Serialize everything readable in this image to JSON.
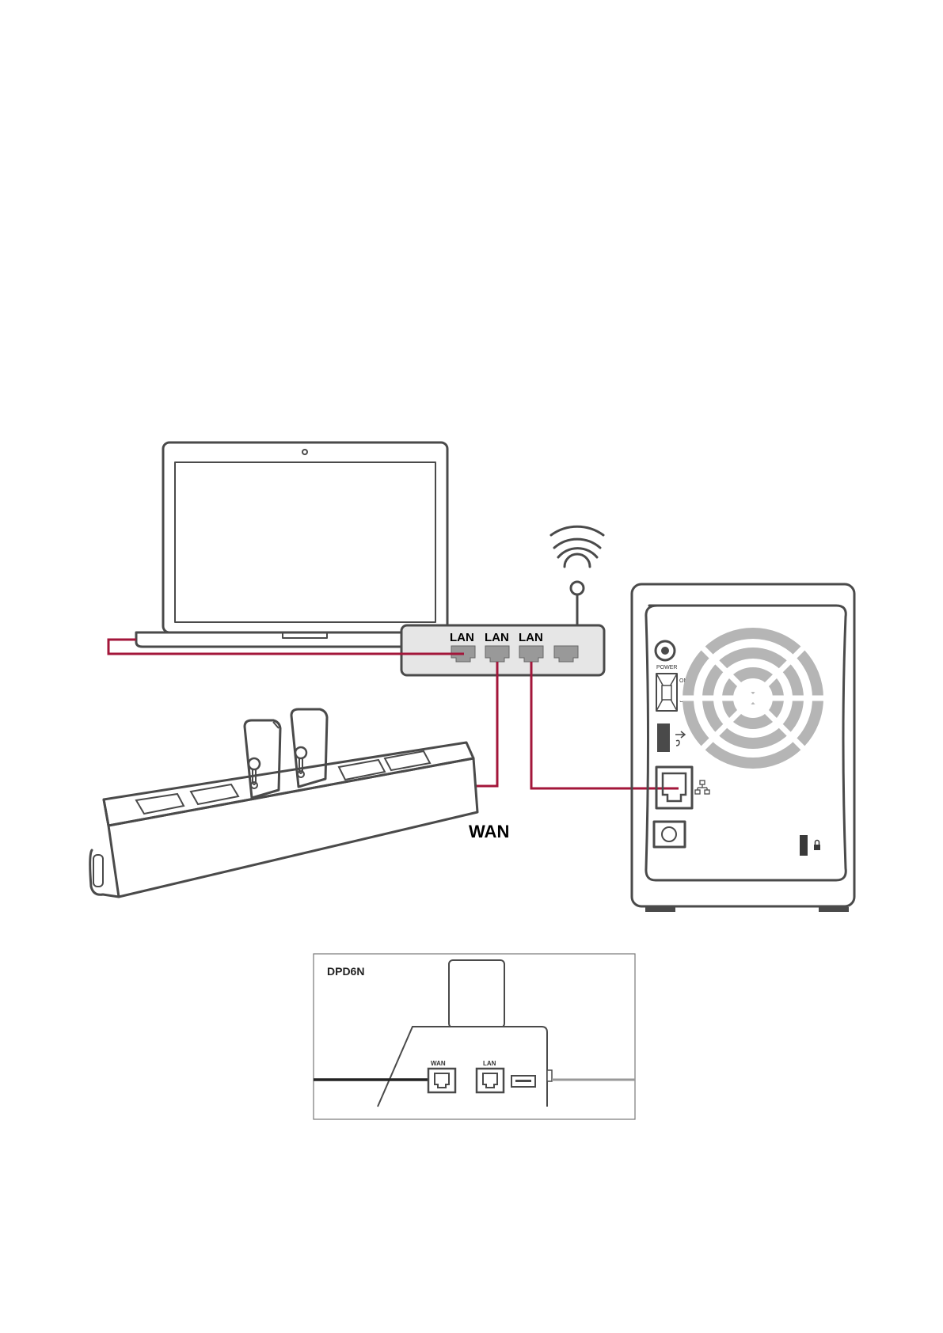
{
  "router": {
    "port_labels": [
      "LAN",
      "LAN",
      "LAN"
    ]
  },
  "powerline": {
    "wan_label": "WAN"
  },
  "nas": {
    "power_label": "POWER",
    "switch_on": "ON",
    "switch_off": "OFF"
  },
  "inset": {
    "title": "DPD6N",
    "wan_label": "WAN",
    "lan_label": "LAN"
  },
  "colors": {
    "cable": "#a3163a",
    "outline": "#4a4a4a",
    "router_fill": "#e6e6e6",
    "port_fill": "#999999",
    "fan": "#b5b5b5"
  }
}
